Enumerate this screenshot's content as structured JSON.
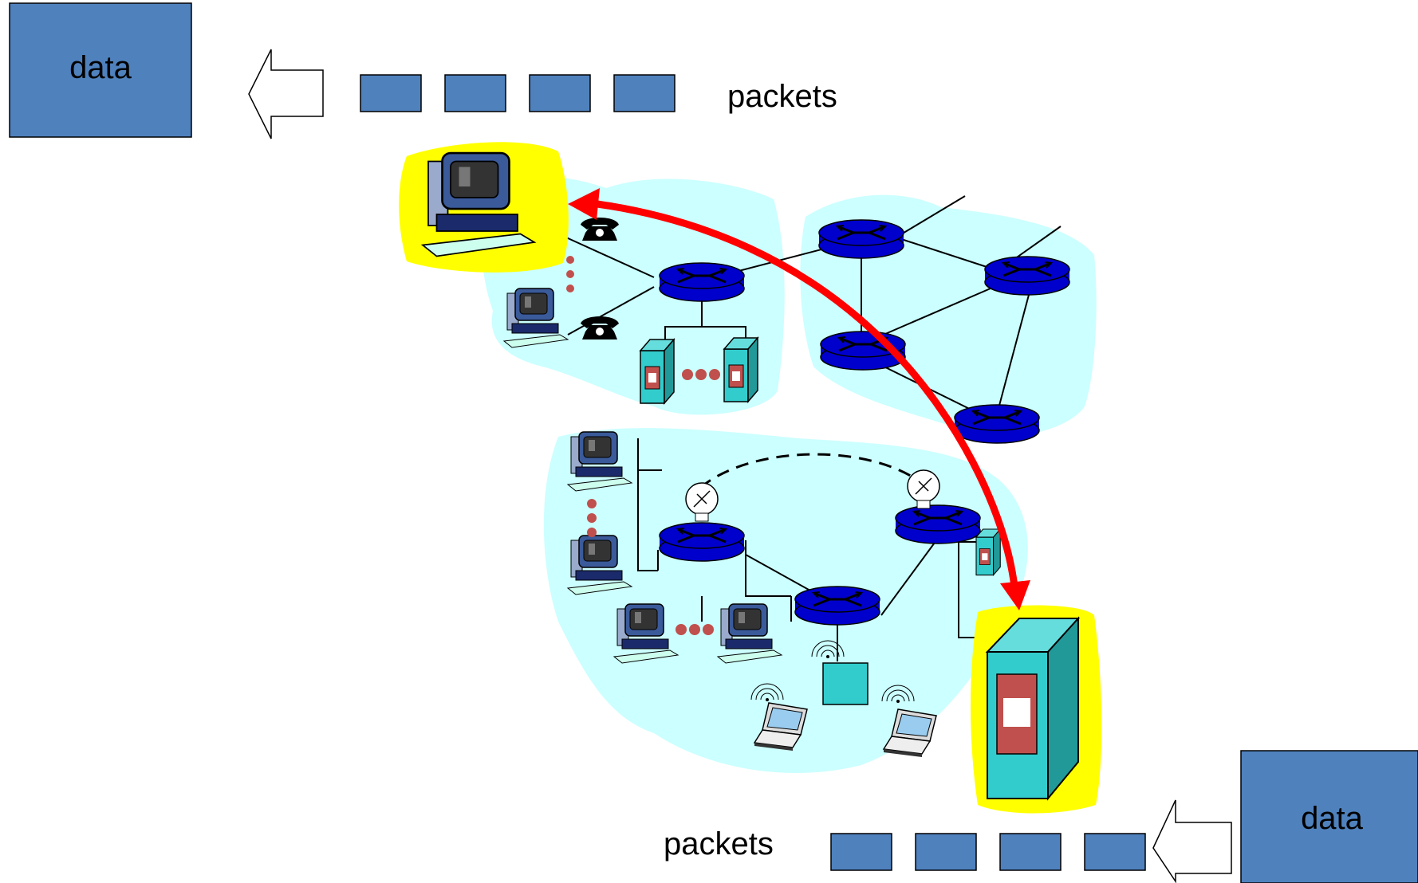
{
  "diagram": {
    "top_data_label": "data",
    "top_packets_label": "packets",
    "bottom_data_label": "data",
    "bottom_packets_label": "packets"
  },
  "colors": {
    "data_box": "#4f81bd",
    "packet": "#4f81bd",
    "cloud": "#ccffff",
    "router": "#0000cc",
    "highlight": "#ffff00",
    "path_arrow": "#ff0000",
    "server": "#33cccc",
    "server_panel": "#c0504d",
    "dots": "#c0504d"
  },
  "icons": {
    "end_system_source": "desktop-computer-icon",
    "end_system_destination": "server-icon",
    "router": "router-icon",
    "phone": "telephone-icon",
    "satellite": "satellite-dish-icon",
    "wireless": "laptop-icon"
  }
}
